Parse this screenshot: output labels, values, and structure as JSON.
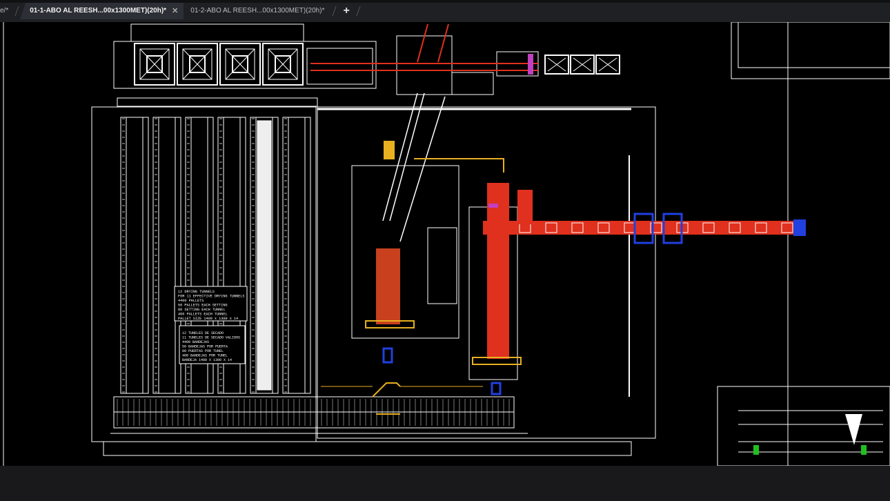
{
  "tabs": [
    {
      "label": "e/*",
      "state": "partial"
    },
    {
      "label": "01-1-ABO AL REESH...00x1300MET)(20h)*",
      "state": "active",
      "close_icon": "close-icon"
    },
    {
      "label": "01-2-ABO AL REESH...00x1300MET)(20h)*",
      "state": "inactive"
    }
  ],
  "new_tab_label": "+",
  "drawing": {
    "note_english": [
      "12 DRYING TUNNELS",
      "FOR 11 EFFECTIVE DRYING TUNNELS",
      "4400 PALLETS",
      "50 PALLETS EACH SETTING",
      "80 SETTING EACH TUNNEL",
      "400 PALLETS EACH TUNNEL",
      "PALLET SIZE 1400 x 1300 x 14"
    ],
    "note_spanish": [
      "12 TUNELES DE SECADO",
      "11 TUNELES DE SECADO VALIDOS",
      "4400 BANDEJAS",
      "50 BANDEJAS POR PUERTA",
      "80 PUERTAS POR TUNEL",
      "400 BANDEJAS POR TUNEL",
      "BANDEJA 1400 X 1300 X 14"
    ],
    "colors": {
      "background": "#000000",
      "lines": "#ffffff",
      "conveyor": "#e0301e",
      "accent_yellow": "#e8b020",
      "accent_blue": "#2040e0",
      "accent_magenta": "#c040c0",
      "accent_green": "#20c020"
    }
  }
}
